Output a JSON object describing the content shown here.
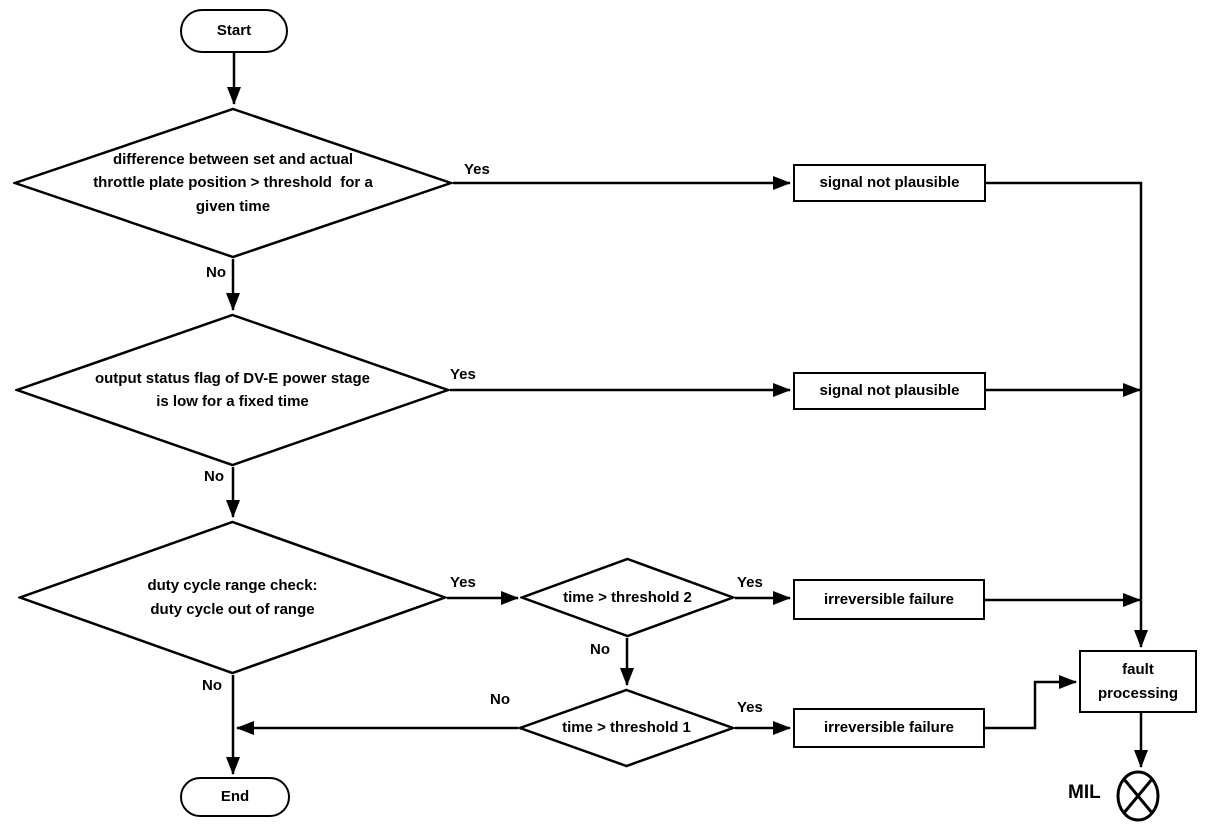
{
  "colors": {
    "background": "#ffffff",
    "line": "#000000",
    "node_fill": "#ffffff",
    "text": "#000000"
  },
  "nodes": {
    "start": {
      "type": "terminator",
      "label": "Start"
    },
    "decision_throttle": {
      "type": "decision",
      "label": "difference between set and actual\nthrottle plate position > threshold  for a\ngiven time"
    },
    "signal_not_plausible_1": {
      "type": "process",
      "label": "signal not plausible"
    },
    "decision_power_stage": {
      "type": "decision",
      "label": "output status flag of DV-E power stage\nis low for a fixed time"
    },
    "signal_not_plausible_2": {
      "type": "process",
      "label": "signal not plausible"
    },
    "decision_duty_cycle": {
      "type": "decision",
      "label": "duty cycle range check:\nduty cycle out of range"
    },
    "decision_threshold_2": {
      "type": "decision",
      "label": "time > threshold 2"
    },
    "irreversible_failure_1": {
      "type": "process",
      "label": "irreversible failure"
    },
    "decision_threshold_1": {
      "type": "decision",
      "label": "time > threshold 1"
    },
    "irreversible_failure_2": {
      "type": "process",
      "label": "irreversible failure"
    },
    "fault_processing": {
      "type": "process",
      "label": "fault\nprocessing"
    },
    "end": {
      "type": "terminator",
      "label": "End"
    },
    "mil": {
      "type": "indicator-lamp",
      "label": "MIL"
    }
  },
  "edge_labels": {
    "throttle_yes": "Yes",
    "throttle_no": "No",
    "power_stage_yes": "Yes",
    "power_stage_no": "No",
    "duty_cycle_yes": "Yes",
    "duty_cycle_no": "No",
    "threshold2_yes": "Yes",
    "threshold2_no": "No",
    "threshold1_yes": "Yes",
    "threshold1_no": "No"
  }
}
